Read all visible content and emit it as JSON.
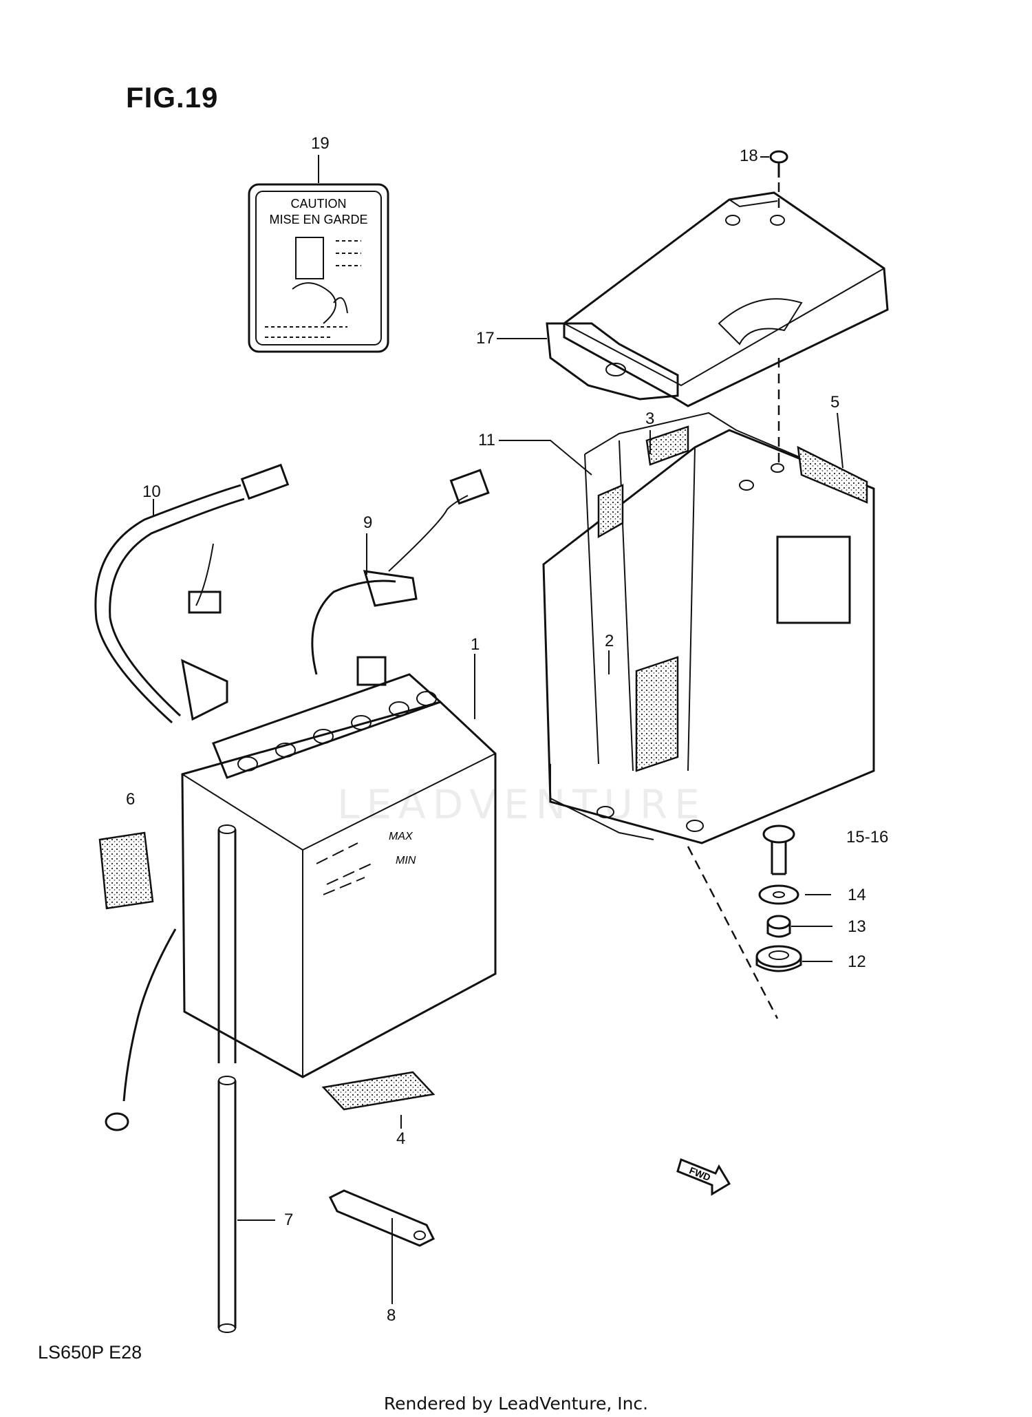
{
  "figure": {
    "title": "FIG.19"
  },
  "model_code": "LS650P  E28",
  "footer": "Rendered by LeadVenture, Inc.",
  "watermark": "LEADVENTURE",
  "caution_label": {
    "line1": "CAUTION",
    "line2": "MISE EN GARDE"
  },
  "battery_marks": {
    "max": "MAX",
    "min": "MIN"
  },
  "fwd_arrow": "FWD",
  "callouts": {
    "c1": "1",
    "c2": "2",
    "c3": "3",
    "c4": "4",
    "c5": "5",
    "c6": "6",
    "c7": "7",
    "c8": "8",
    "c9": "9",
    "c10": "10",
    "c11": "11",
    "c12": "12",
    "c13": "13",
    "c14": "14",
    "c15_16": "15-16",
    "c17": "17",
    "c18": "18",
    "c19": "19"
  }
}
